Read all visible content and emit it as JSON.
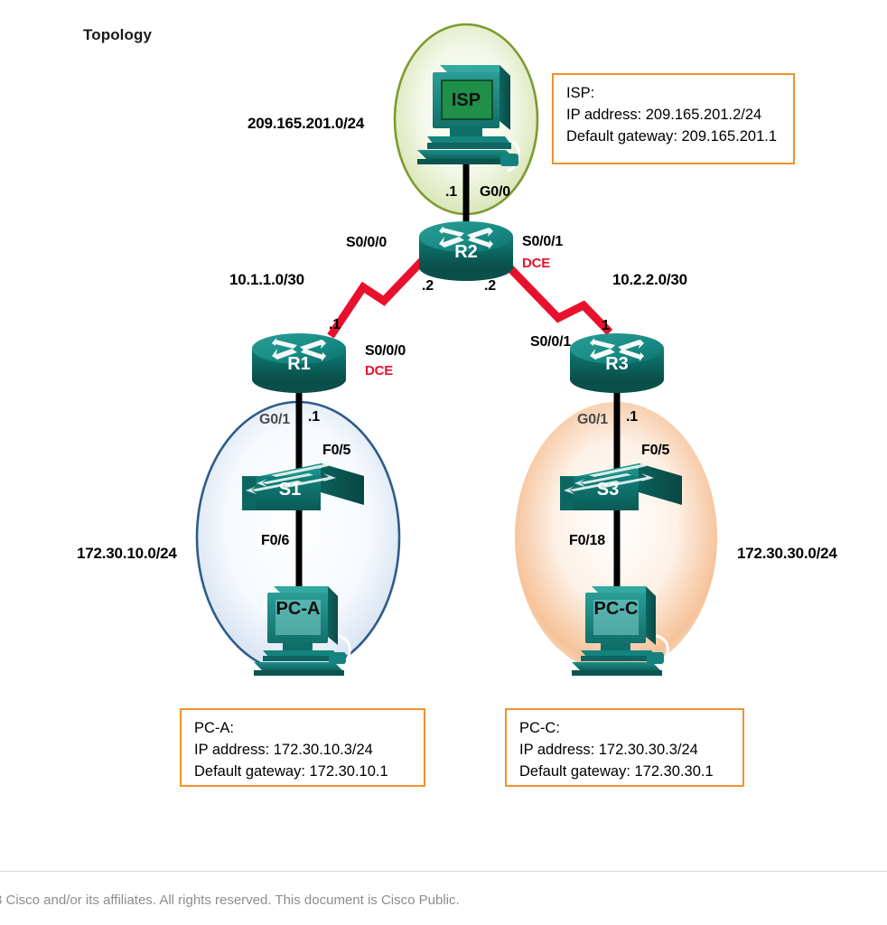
{
  "page": {
    "title": "Topology",
    "footer": "3 Cisco and/or its affiliates. All rights reserved. This document is Cisco Public."
  },
  "colors": {
    "device_teal": "#157f7f",
    "device_teal_dark": "#0d5f5f",
    "wan_link_red": "#e8112d",
    "lan_link_black": "#000000",
    "callout_border_orange": "#f0922b",
    "zone_green": "#6b8e23",
    "zone_blue": "#2e5c8a",
    "zone_orange": "#f2a36b",
    "dce_red": "#e8112d"
  },
  "devices": [
    {
      "id": "isp",
      "name": "ISP",
      "type": "pc-icon",
      "zone": "green-zone"
    },
    {
      "id": "r2",
      "name": "R2",
      "type": "router-icon",
      "zone": ""
    },
    {
      "id": "r1",
      "name": "R1",
      "type": "router-icon",
      "zone": ""
    },
    {
      "id": "r3",
      "name": "R3",
      "type": "router-icon",
      "zone": ""
    },
    {
      "id": "s1",
      "name": "S1",
      "type": "switch-icon",
      "zone": "blue-zone"
    },
    {
      "id": "s3",
      "name": "S3",
      "type": "switch-icon",
      "zone": "orange-zone"
    },
    {
      "id": "pca",
      "name": "PC-A",
      "type": "pc-icon",
      "zone": "blue-zone"
    },
    {
      "id": "pcc",
      "name": "PC-C",
      "type": "pc-icon",
      "zone": "orange-zone"
    }
  ],
  "networks": [
    {
      "id": "isp-net",
      "label": "209.165.201.0/24"
    },
    {
      "id": "wan-left",
      "label": "10.1.1.0/30"
    },
    {
      "id": "wan-right",
      "label": "10.2.2.0/30"
    },
    {
      "id": "lan-left",
      "label": "172.30.10.0/24"
    },
    {
      "id": "lan-right",
      "label": "172.30.30.0/24"
    }
  ],
  "interfaces": {
    "r2_g0_0": {
      "port": "G0/0",
      "address_octet": ".1",
      "dce": ""
    },
    "r2_s0_0_0": {
      "port": "S0/0/0",
      "address_octet": ".2",
      "dce": ""
    },
    "r2_s0_0_1": {
      "port": "S0/0/1",
      "address_octet": ".2",
      "dce": "DCE"
    },
    "r1_s0_0_0": {
      "port": "S0/0/0",
      "address_octet": ".1",
      "dce": "DCE"
    },
    "r1_g0_1": {
      "port": "G0/1",
      "address_octet": ".1",
      "dce": ""
    },
    "r3_s0_0_1": {
      "port": "S0/0/1",
      "address_octet": "1",
      "dce": ""
    },
    "r3_g0_1": {
      "port": "G0/1",
      "address_octet": ".1",
      "dce": ""
    },
    "s1_f0_5": {
      "port": "F0/5",
      "address_octet": "",
      "dce": ""
    },
    "s1_f0_6": {
      "port": "F0/6",
      "address_octet": "",
      "dce": ""
    },
    "s3_f0_5": {
      "port": "F0/5",
      "address_octet": "",
      "dce": ""
    },
    "s3_f0_18": {
      "port": "F0/18",
      "address_octet": "",
      "dce": ""
    }
  },
  "callouts": [
    {
      "id": "isp-callout",
      "line1": "ISP:",
      "line2": "IP address: 209.165.201.2/24",
      "line3": "Default gateway: 209.165.201.1"
    },
    {
      "id": "pca-callout",
      "line1": "PC-A:",
      "line2": "IP address: 172.30.10.3/24",
      "line3": "Default gateway: 172.30.10.1"
    },
    {
      "id": "pcc-callout",
      "line1": "PC-C:",
      "line2": "IP address: 172.30.30.3/24",
      "line3": "Default gateway: 172.30.30.1"
    }
  ]
}
